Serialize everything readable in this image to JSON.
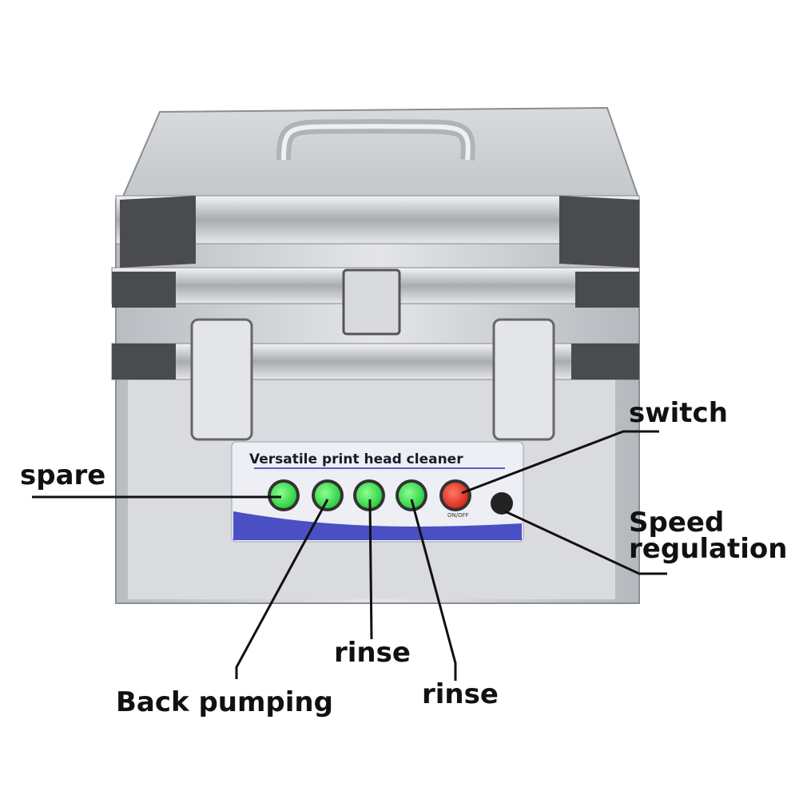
{
  "product": {
    "panel_title": "Versatile print head cleaner",
    "switch_caption": "ON/OFF",
    "colors": {
      "panel_blue": "#4a4fc4",
      "button_green": "#3fe05a",
      "button_red": "#e23a2a",
      "case_silver": "#c9ccd0"
    }
  },
  "callouts": {
    "switch": "switch",
    "spare": "spare",
    "speed_line1": "Speed",
    "speed_line2": "regulation",
    "rinse_1": "rinse",
    "back_pumping": "Back pumping",
    "rinse_2": "rinse"
  }
}
